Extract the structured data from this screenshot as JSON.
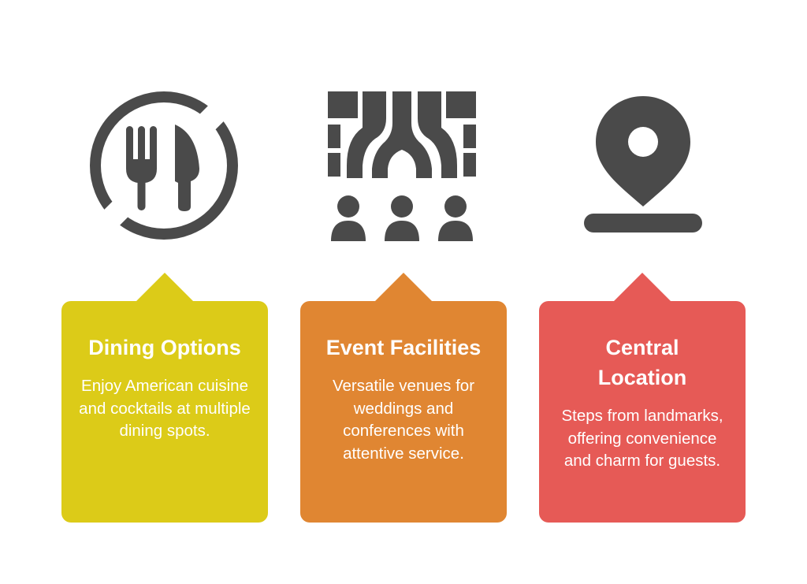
{
  "colors": {
    "icon": "#4a4a4a",
    "dining": "#dccb18",
    "events": "#e08632",
    "location": "#e65a56",
    "text": "#ffffff"
  },
  "items": [
    {
      "icon": "dining-icon",
      "title": "Dining Options",
      "description": "Enjoy American cuisine and cocktails at multiple dining spots."
    },
    {
      "icon": "event-venue-icon",
      "title": "Event Facilities",
      "description": "Versatile venues for weddings and conferences with attentive service."
    },
    {
      "icon": "location-pin-icon",
      "title": "Central Location",
      "description": "Steps from landmarks, offering convenience and charm for guests."
    }
  ]
}
